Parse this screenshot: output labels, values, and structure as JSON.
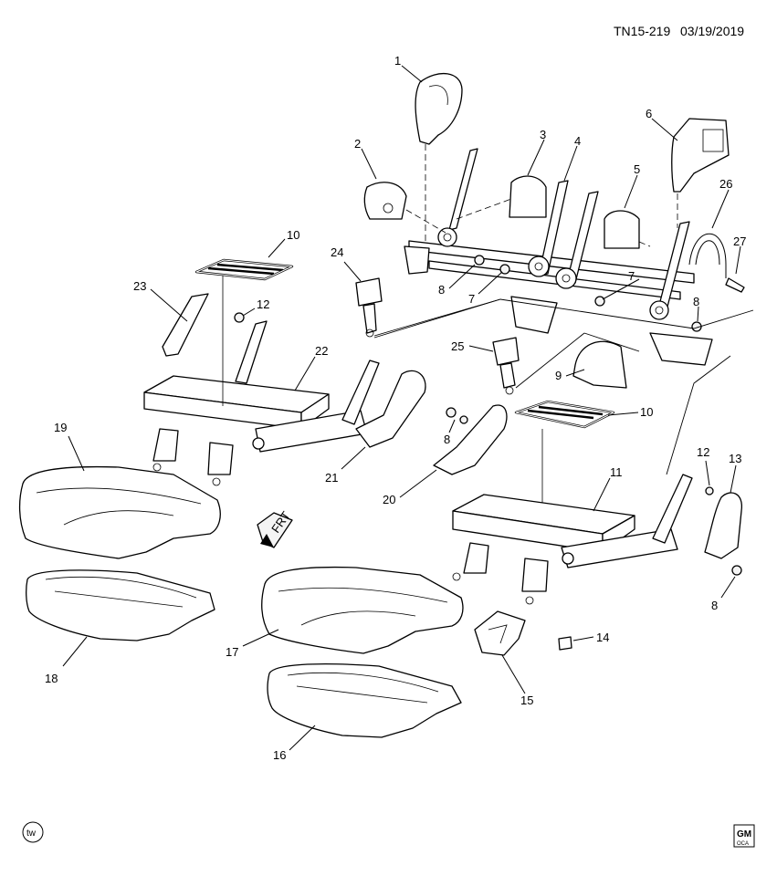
{
  "header": {
    "diagram_id": "TN15-219",
    "date": "03/19/2019"
  },
  "callouts": [
    "1",
    "2",
    "3",
    "4",
    "5",
    "6",
    "7",
    "7",
    "8",
    "8",
    "8",
    "8",
    "9",
    "10",
    "10",
    "11",
    "12",
    "12",
    "13",
    "14",
    "15",
    "16",
    "17",
    "18",
    "19",
    "20",
    "21",
    "22",
    "23",
    "24",
    "25",
    "26",
    "27"
  ],
  "front_indicator": "FRT",
  "watermark": "tw",
  "logo": {
    "line1": "GM",
    "line2": "OCA"
  }
}
